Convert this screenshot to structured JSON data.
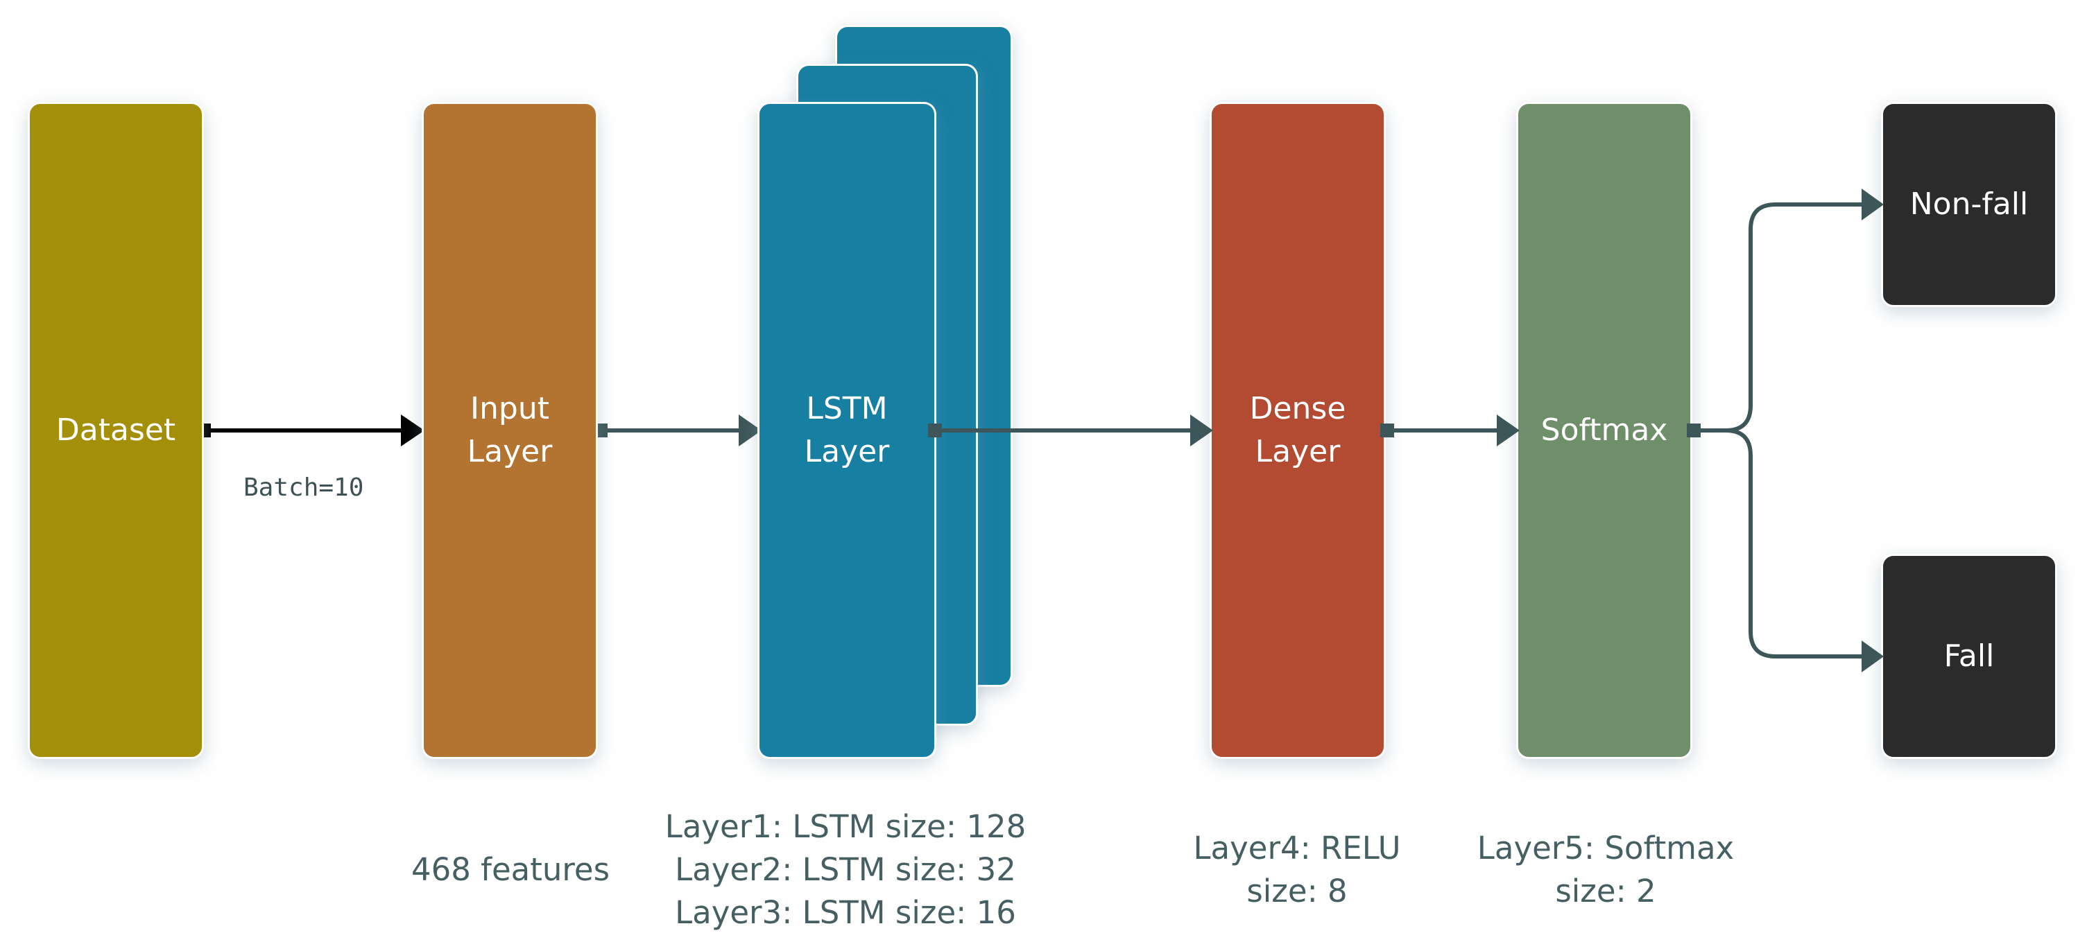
{
  "colors": {
    "dataset": "#a38f09",
    "input": "#b37431",
    "lstm": "#177fa2",
    "dense": "#b34b33",
    "softmax": "#6f8f6a",
    "output": "#2b2b2b",
    "connector": "#3d5659",
    "first_arrow": "#000000",
    "caption_text": "#455f63"
  },
  "blocks": {
    "dataset": {
      "label": "Dataset"
    },
    "input": {
      "line1": "Input",
      "line2": "Layer"
    },
    "lstm": {
      "line1": "LSTM",
      "line2": "Layer"
    },
    "dense": {
      "line1": "Dense",
      "line2": "Layer"
    },
    "softmax": {
      "label": "Softmax"
    },
    "nonfall": {
      "label": "Non-fall"
    },
    "fall": {
      "label": "Fall"
    }
  },
  "edges": {
    "batch_label": "Batch=10"
  },
  "captions": {
    "input": [
      "468 features"
    ],
    "lstm": [
      "Layer1: LSTM size: 128",
      "Layer2: LSTM size: 32",
      "Layer3: LSTM size: 16"
    ],
    "dense": [
      "Layer4: RELU",
      "size: 8"
    ],
    "softmax": [
      "Layer5: Softmax",
      "size: 2"
    ]
  }
}
